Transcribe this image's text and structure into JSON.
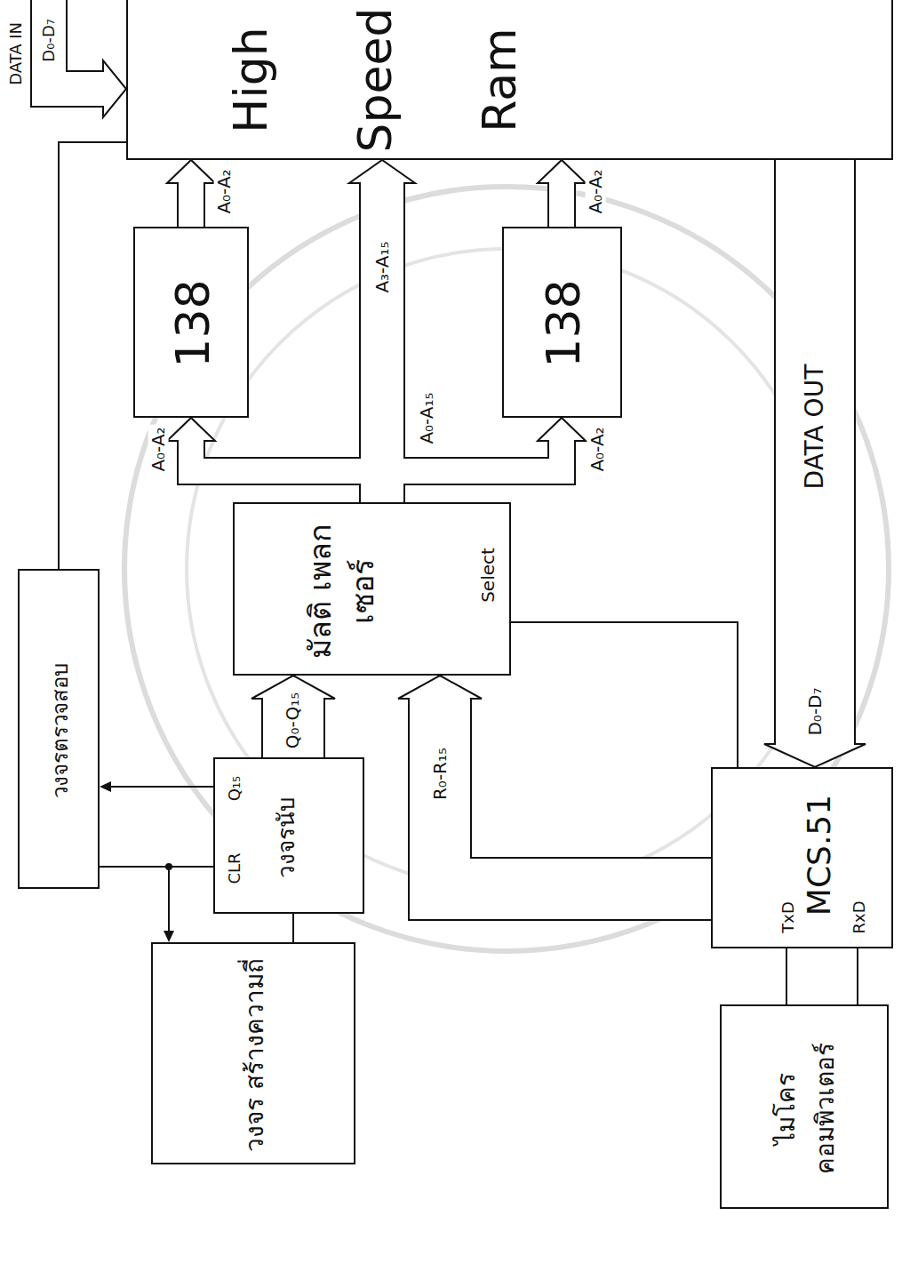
{
  "diagram": {
    "nodes": [
      {
        "text": [
          "High Speed Ram"
        ]
      },
      {
        "text": [
          "138"
        ]
      },
      {
        "text": [
          "138"
        ]
      },
      {
        "text": [
          "มัลติ เพลกเซอร์",
          "Select"
        ]
      },
      {
        "text": [
          "วงจรตรวจสอบ"
        ]
      },
      {
        "text": [
          "Q₁₅",
          "CLR",
          "วงจรนับ"
        ]
      },
      {
        "text": [
          "วงจร สร้างความถี่"
        ]
      },
      {
        "text": [
          "MCS.51",
          "TxD",
          "RxD"
        ]
      },
      {
        "text": [
          "ไมโคร คอมพิวเตอร์"
        ]
      }
    ],
    "edges": [
      {
        "from": 1,
        "to": 0,
        "label": "A₀-A₂",
        "arrow": "to"
      },
      {
        "from": 2,
        "to": 0,
        "label": "A₀-A₂",
        "arrow": "to"
      },
      {
        "from": 3,
        "to": 1,
        "label": "A₀-A₂",
        "arrow": "to"
      },
      {
        "from": 3,
        "to": 0,
        "label": "A₃-A₁₅",
        "arrow": "to"
      },
      {
        "from": 3,
        "to": 2,
        "label": "A₀-A₂",
        "arrow": "to"
      },
      {
        "from": 5,
        "to": 3,
        "label": "Q₀-Q₁₅",
        "arrow": "to"
      },
      {
        "from": 7,
        "to": 3,
        "label": "R₀-R₁₅",
        "arrow": "to"
      },
      {
        "from": 7,
        "to": 3,
        "arrow": "none"
      },
      {
        "from": 0,
        "to": 7,
        "label": "D₀-D₇",
        "arrow": "to"
      },
      {
        "from": 5,
        "to": 4,
        "arrow": "to"
      },
      {
        "from": 4,
        "to": 5,
        "arrow": "none"
      },
      {
        "from": 4,
        "to": 6,
        "arrow": "to"
      },
      {
        "from": 6,
        "to": 5,
        "arrow": "none"
      },
      {
        "from": 4,
        "to": 0,
        "arrow": "none"
      },
      {
        "from": 7,
        "to": 8,
        "arrow": "none"
      },
      {
        "from": 7,
        "to": 8,
        "arrow": "none"
      }
    ],
    "labels": [
      "DATA IN",
      "D₀-D₇",
      "A₀-A₁₅",
      "DATA OUT"
    ]
  }
}
